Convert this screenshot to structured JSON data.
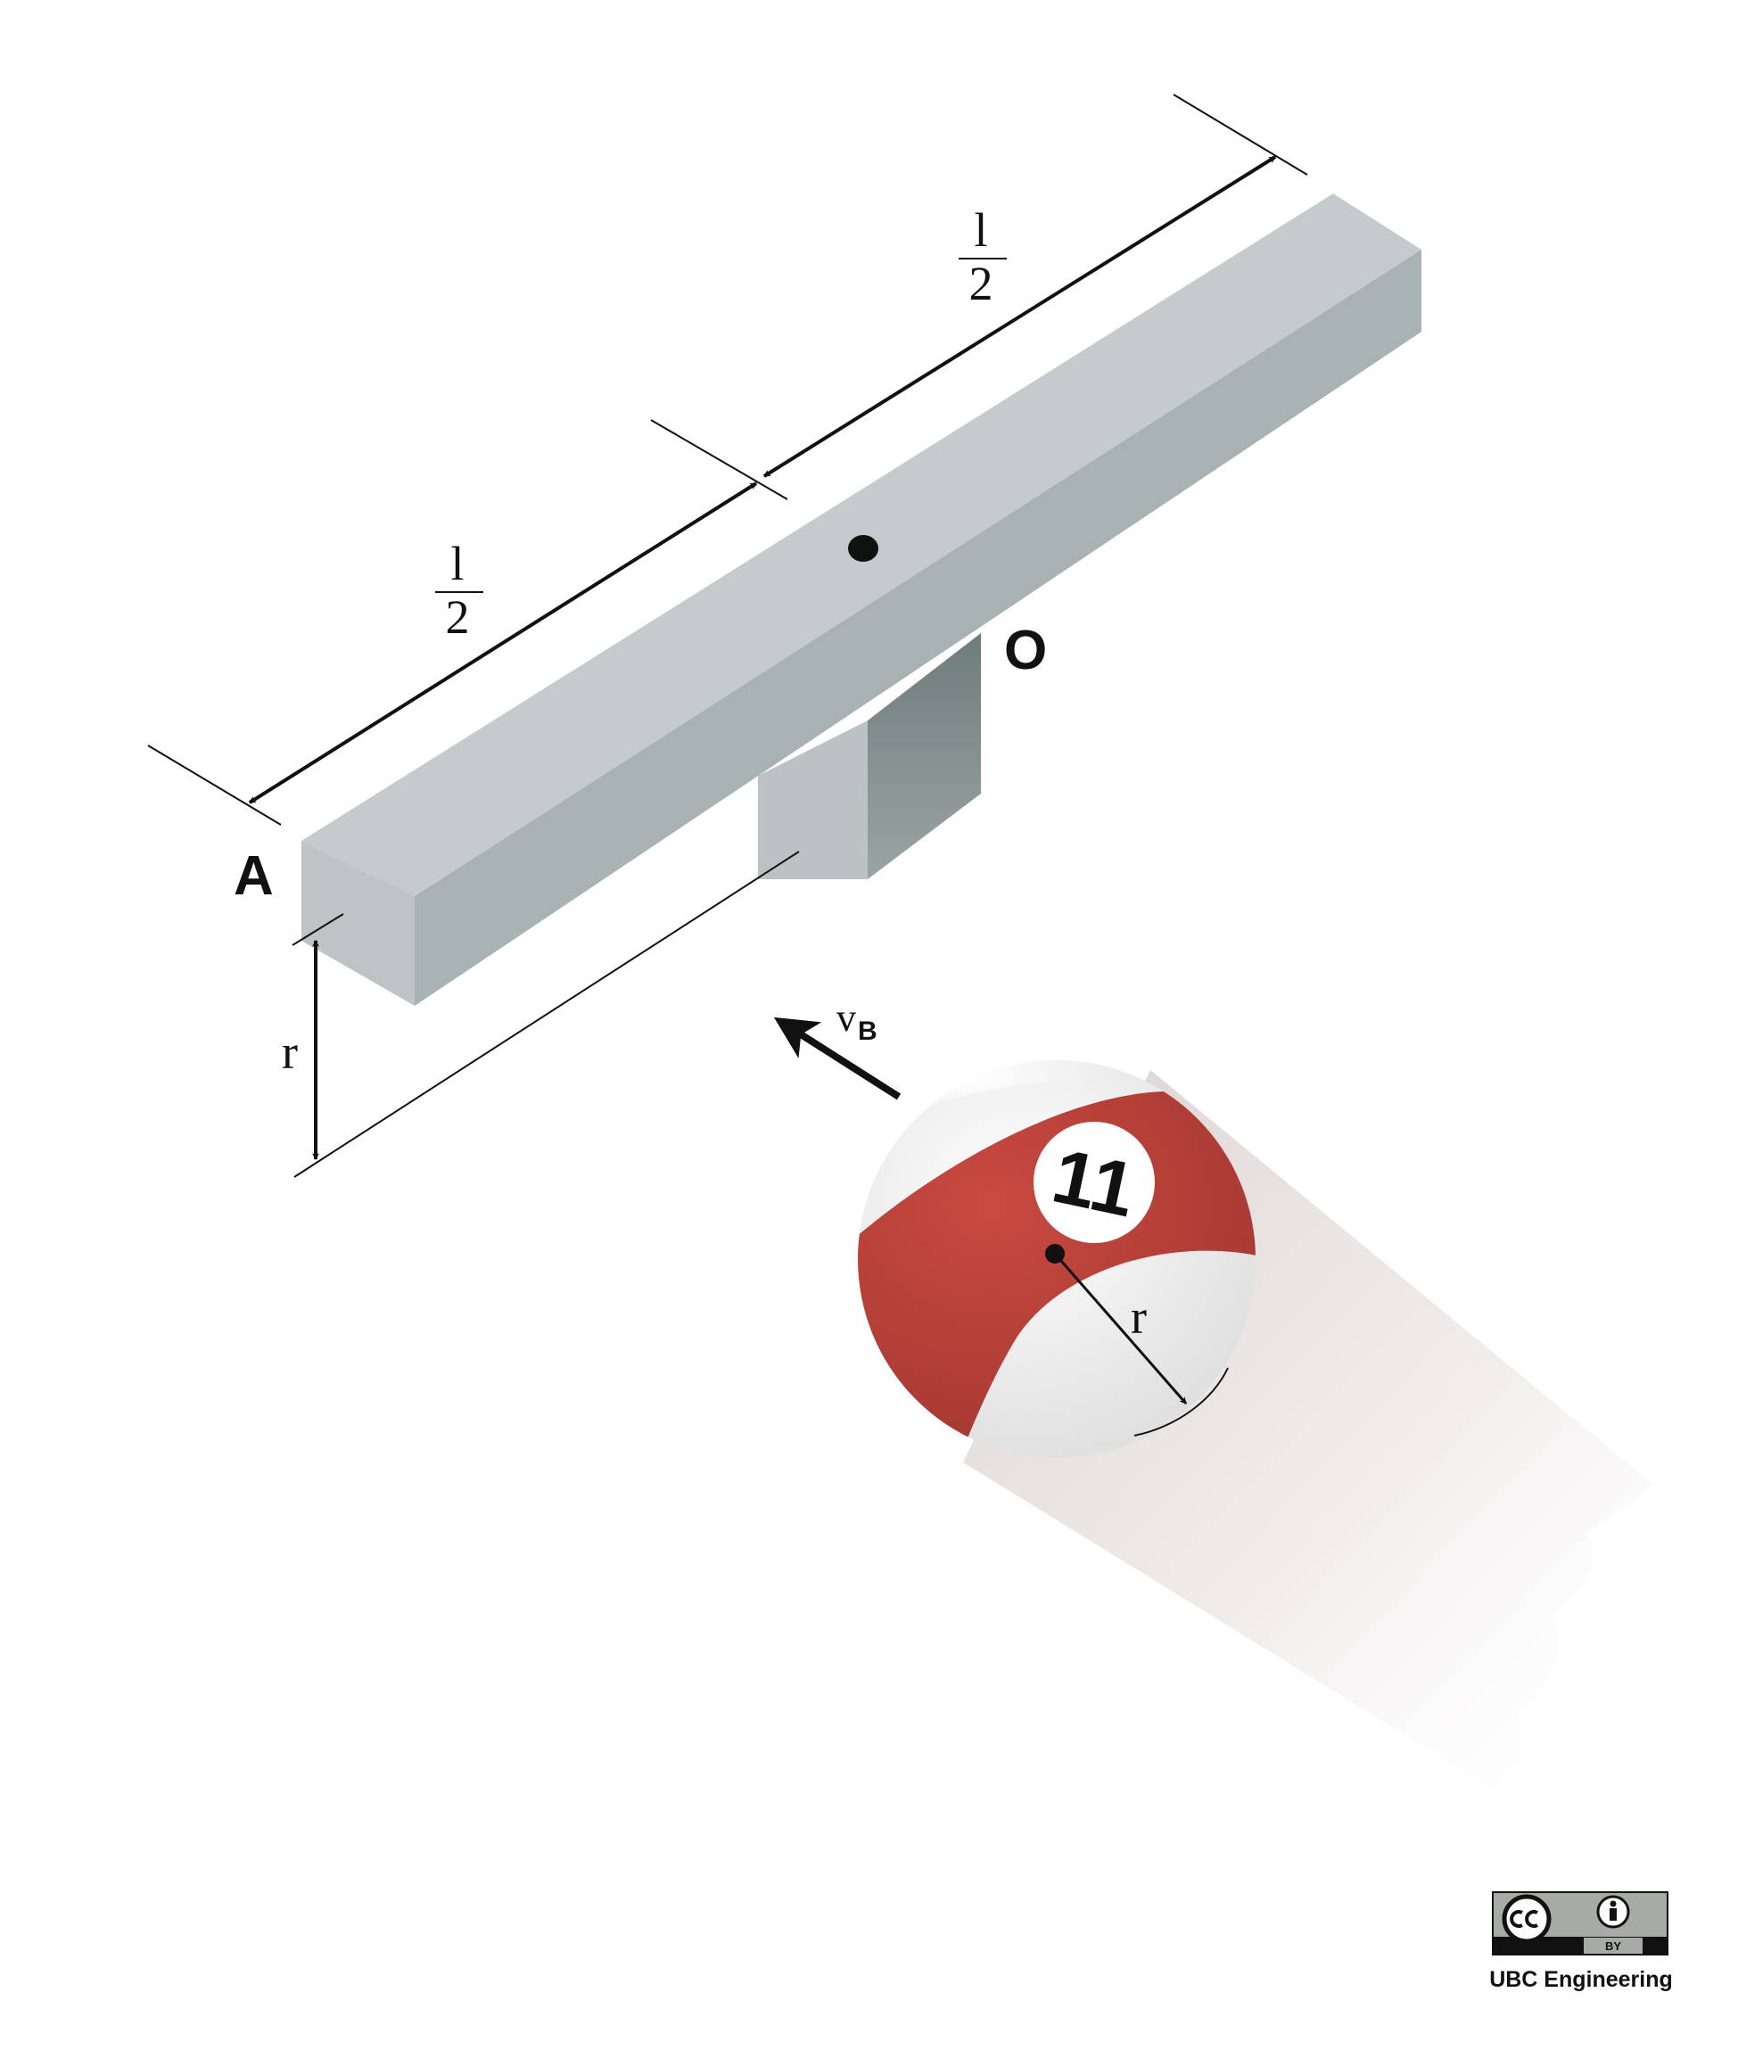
{
  "labels": {
    "point_a": "A",
    "point_o": "O",
    "half_left_num": "l",
    "half_left_den": "2",
    "half_right_num": "l",
    "half_right_den": "2",
    "radius_left": "r",
    "radius_ball": "r",
    "velocity": "v",
    "velocity_sub": "B",
    "ball_number": "11"
  },
  "license": {
    "badge_text": "BY",
    "credit": "UBC Engineering"
  },
  "colors": {
    "bar_top": "#c5cacc",
    "bar_front": "#a9b2b3",
    "bar_end": "#bdc3c5",
    "post_front": "#8c9796",
    "ball_stripe": "#c0463e",
    "ball_white": "#efefef",
    "shadow": "#e6dfdd",
    "ink": "#111111"
  }
}
